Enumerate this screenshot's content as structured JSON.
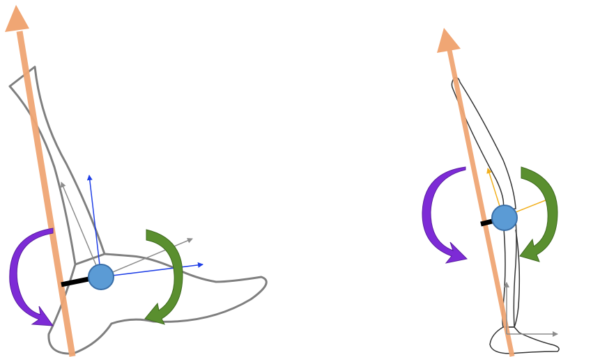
{
  "diagram": {
    "left_panel": {
      "subject": "foot-and-shank-side-view",
      "elements": [
        "shank-outline",
        "foot-outline",
        "long-axis-arrow",
        "joint-circle",
        "lever-bar",
        "blue-axes",
        "gray-axes",
        "purple-rotation-arrow",
        "green-rotation-arrow"
      ]
    },
    "right_panel": {
      "subject": "leg-side-view",
      "elements": [
        "thigh-outline",
        "shank-outline",
        "foot-outline",
        "long-axis-arrow",
        "joint-circle",
        "lever-bar",
        "yellow-axes",
        "gray-axes",
        "purple-rotation-arrow",
        "green-rotation-arrow"
      ]
    }
  },
  "colors": {
    "axis": "#f0a674",
    "joint_fill": "#5b9bd5",
    "joint_stroke": "#3a6fa8",
    "outline": "#7f7f7f",
    "purple": "#7d2bd6",
    "green": "#5a8f2f",
    "blue_axis": "#1f3fe6",
    "gray_axis": "#8c8c8c",
    "yellow_axis": "#f2b01e",
    "lever": "#000000"
  }
}
